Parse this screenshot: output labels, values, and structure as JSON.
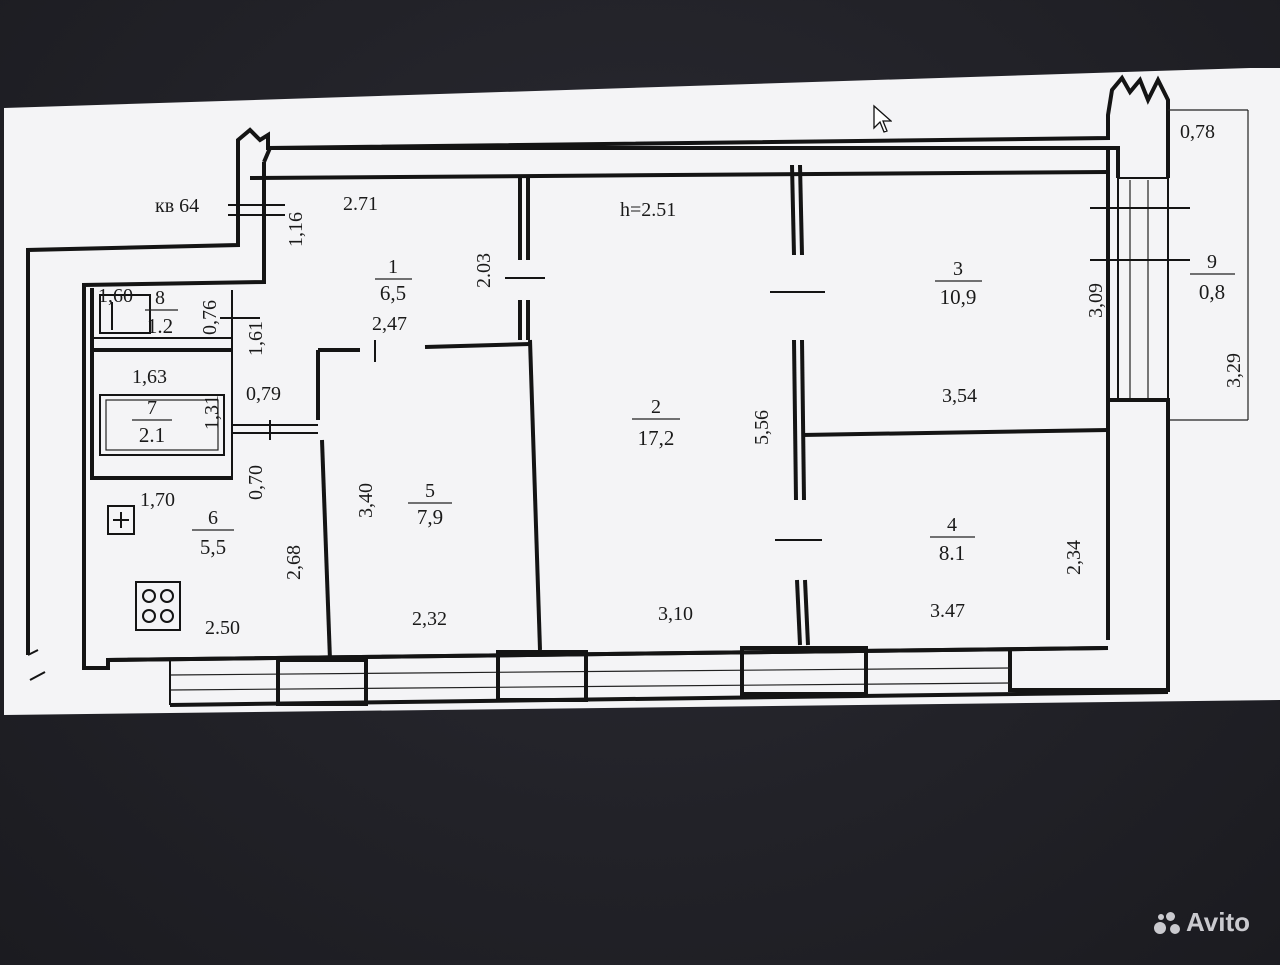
{
  "plan": {
    "apartment_label": "кв 64",
    "ceiling_height": "h=2.51",
    "rooms": [
      {
        "id": "1",
        "number": "1",
        "area": "6,5"
      },
      {
        "id": "2",
        "number": "2",
        "area": "17,2"
      },
      {
        "id": "3",
        "number": "3",
        "area": "10,9"
      },
      {
        "id": "4",
        "number": "4",
        "area": "8.1"
      },
      {
        "id": "5",
        "number": "5",
        "area": "7,9"
      },
      {
        "id": "6",
        "number": "6",
        "area": "5,5"
      },
      {
        "id": "7",
        "number": "7",
        "area": "2.1"
      },
      {
        "id": "8",
        "number": "8",
        "area": "1.2"
      },
      {
        "id": "9",
        "number": "9",
        "area": "0,8"
      }
    ],
    "dimensions": {
      "d_078": "0,78",
      "d_271": "2.71",
      "d_116": "1,16",
      "d_203": "2.03",
      "d_309": "3,09",
      "d_329": "3,29",
      "d_160": "1,60",
      "d_076": "0,76",
      "d_161": "1,61",
      "d_247": "2,47",
      "d_163": "1,63",
      "d_131": "1,31",
      "d_079": "0,79",
      "d_556": "5,56",
      "d_354": "3,54",
      "d_070": "0,70",
      "d_170": "1,70",
      "d_340": "3,40",
      "d_268": "2,68",
      "d_234": "2,34",
      "d_250": "2.50",
      "d_232": "2,32",
      "d_310": "3,10",
      "d_347": "3.47"
    }
  },
  "watermark": {
    "text": "Avito"
  },
  "colors": {
    "paper": "#f4f4f6",
    "ink": "#141414",
    "background": "#222228"
  }
}
